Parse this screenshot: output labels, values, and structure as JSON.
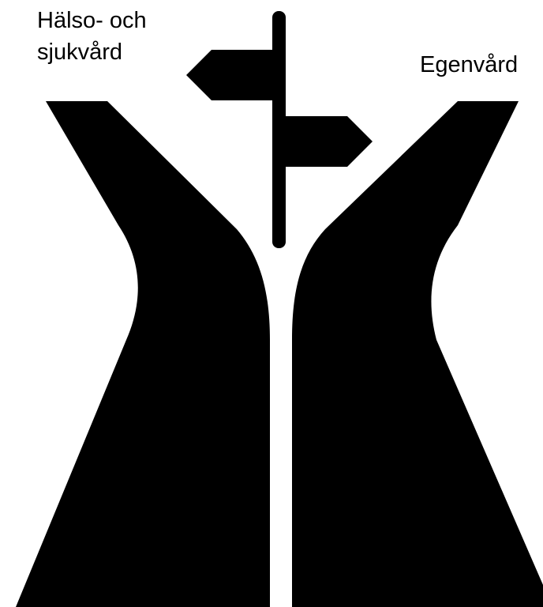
{
  "labels": {
    "left_line1": "Hälso- och",
    "left_line2": "sjukvård",
    "right": "Egenvård"
  },
  "icons": {
    "road": "forked-road-icon",
    "signpost": "signpost-icon",
    "left_arrow": "signpost-arrow-left-icon",
    "right_arrow": "signpost-arrow-right-icon"
  },
  "colors": {
    "ink": "#000000",
    "background": "#ffffff"
  }
}
